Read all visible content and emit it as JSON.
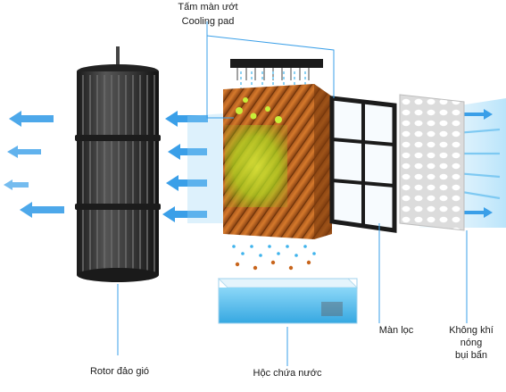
{
  "labels": {
    "cooling_pad_vi": "Tấm màn ướt",
    "cooling_pad_en": "Cooling pad",
    "rotor": "Rotor đảo gió",
    "water_tank": "Hộc chứa nước",
    "filter": "Màn lọc",
    "hot_air_line1": "Không khí",
    "hot_air_line2": "nóng",
    "hot_air_line3": "bụi bẩn"
  },
  "colors": {
    "air_arrow": "#3a9fe8",
    "rotor_dark": "#2b2b2b",
    "pad_orange": "#c8651c",
    "pad_green_glow": "#b8e82a",
    "water_blue": "#3fb3ec",
    "filter_frame": "#1b1b1b"
  }
}
